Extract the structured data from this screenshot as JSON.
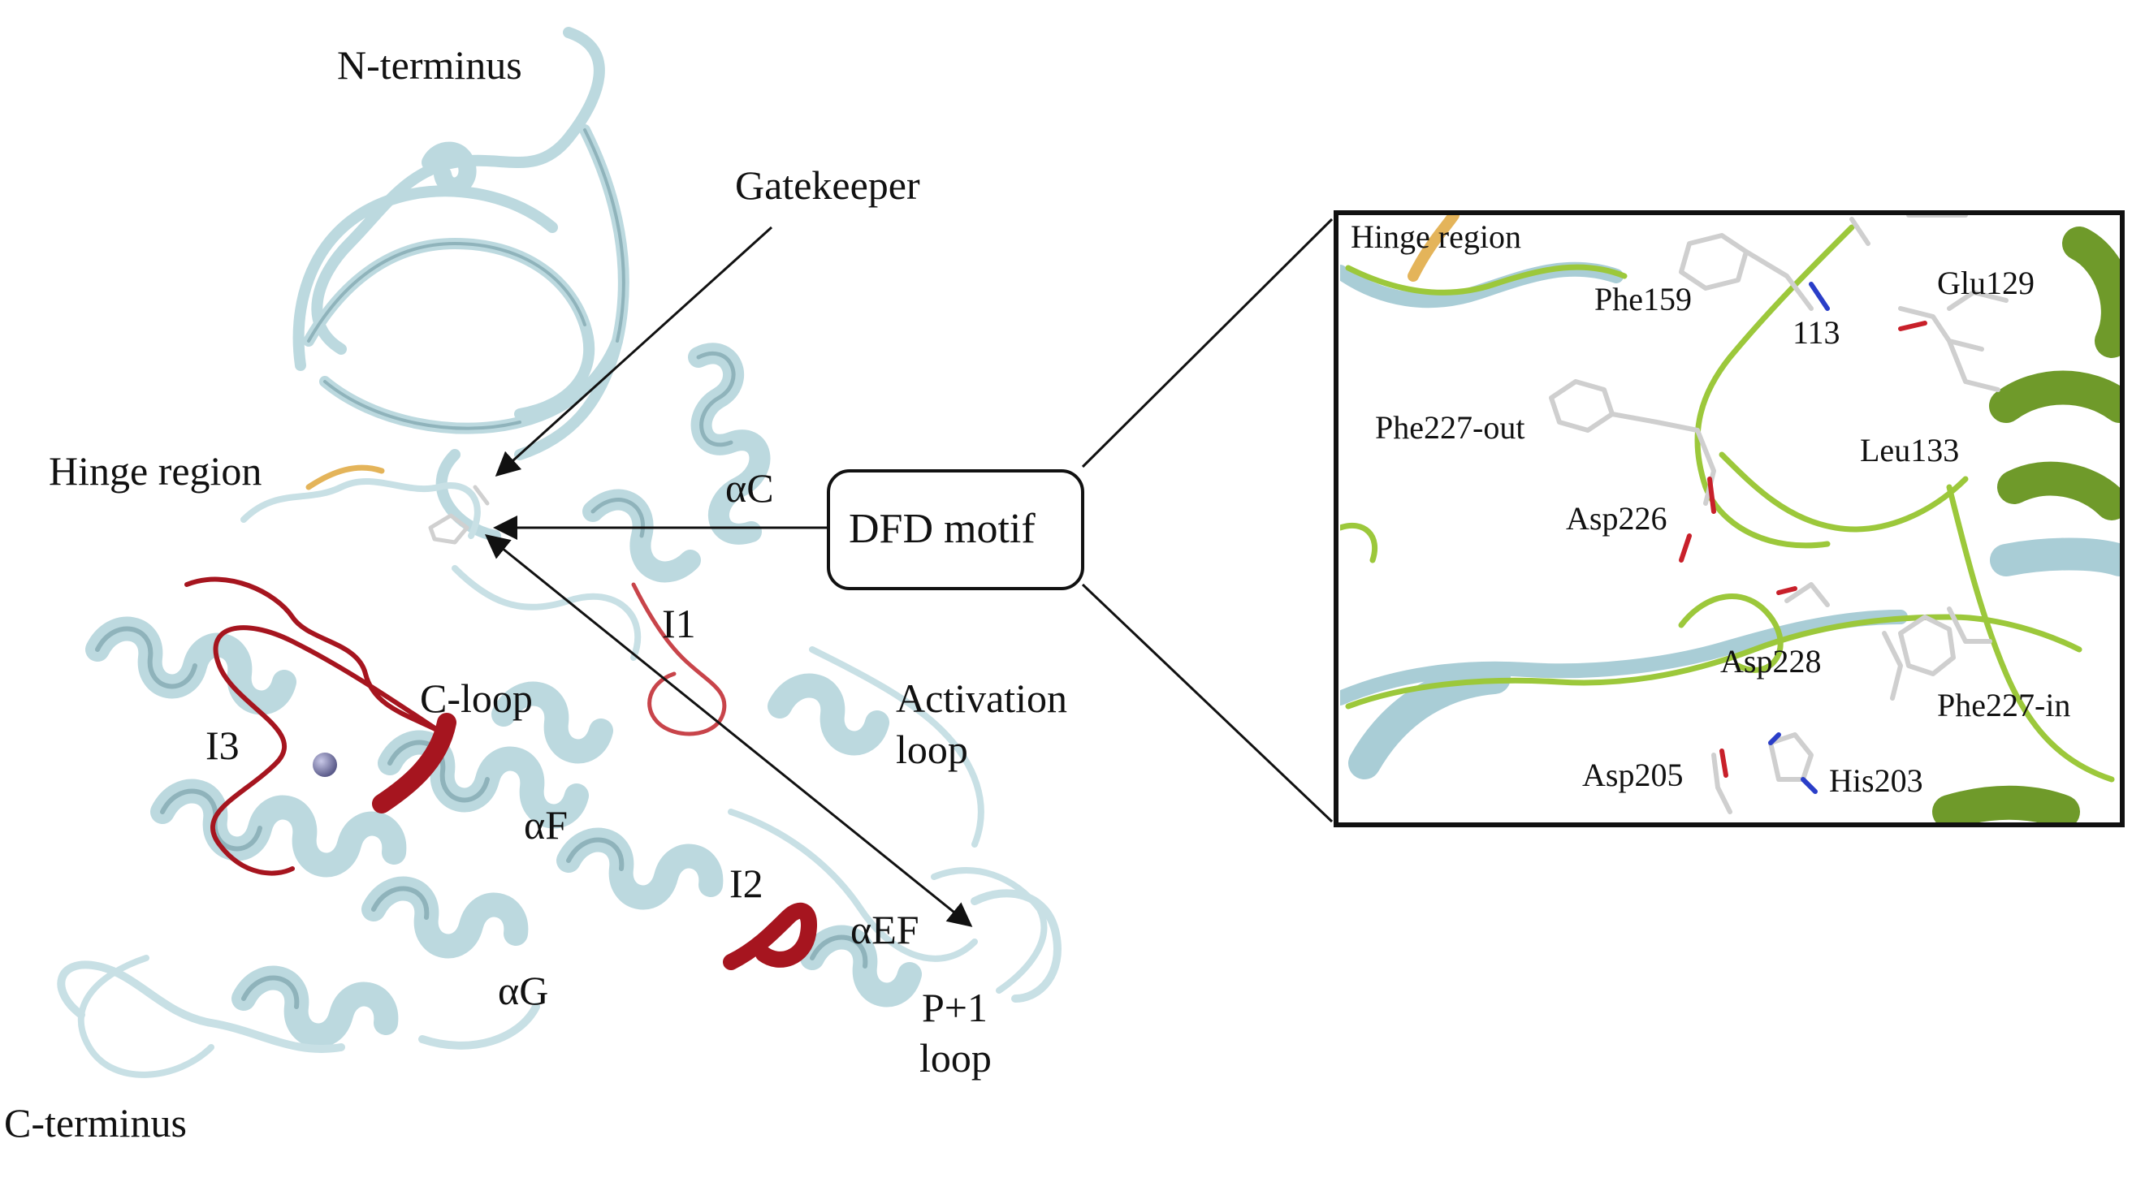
{
  "labels": {
    "n_terminus": "N-terminus",
    "c_terminus": "C-terminus",
    "gatekeeper": "Gatekeeper",
    "hinge_region": "Hinge region",
    "alpha_c": "αC",
    "dfd_motif": "DFD motif",
    "i1": "I1",
    "i2": "I2",
    "i3": "I3",
    "c_loop": "C-loop",
    "activation_loop_line1": "Activation",
    "activation_loop_line2": "loop",
    "alpha_f": "αF",
    "alpha_g": "αG",
    "alpha_ef": "αEF",
    "p1_loop_line1": "P+1",
    "p1_loop_line2": "loop"
  },
  "inset": {
    "hinge_region": "Hinge region",
    "phe159": "Phe159",
    "res113": "113",
    "glu129": "Glu129",
    "phe227_out": "Phe227-out",
    "leu133": "Leu133",
    "asp226": "Asp226",
    "asp228": "Asp228",
    "phe227_in": "Phe227-in",
    "asp205": "Asp205",
    "his203": "His203"
  },
  "colors": {
    "ribbon_main": "#bcd9df",
    "ribbon_dark": "#8fb3bb",
    "highlight_red": "#a6151f",
    "hinge_orange": "#e4b45a",
    "inset_green": "#9cc83b",
    "inset_dark_green": "#6f9a2a",
    "ion_sphere": "#8a8ab0"
  }
}
